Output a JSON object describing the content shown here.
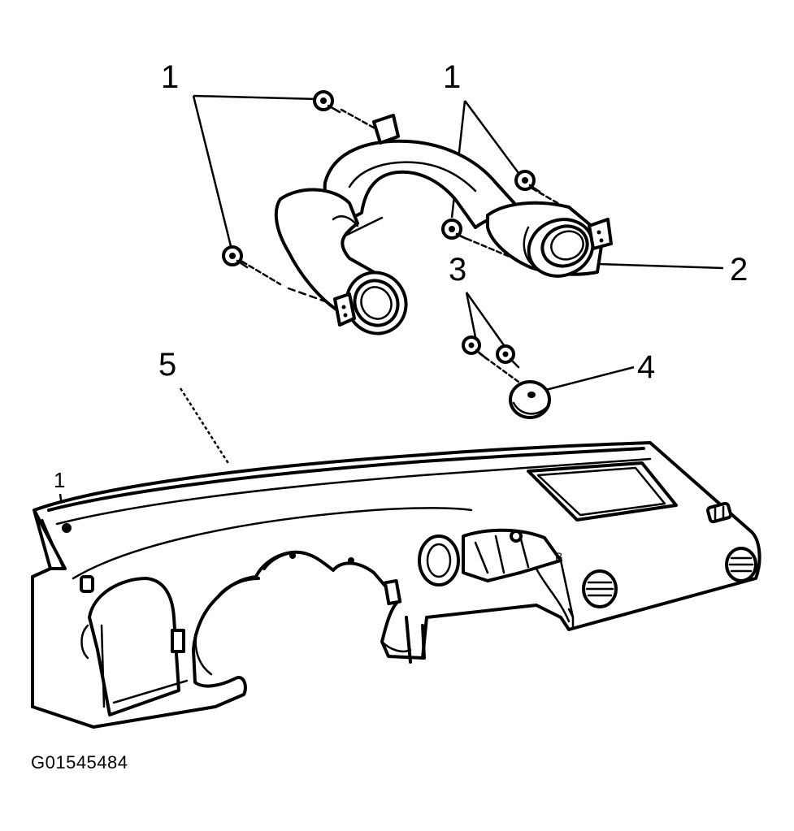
{
  "figure_id": "G01545484",
  "callouts": {
    "c1_left": "1",
    "c1_right": "1",
    "c2": "2",
    "c3": "3",
    "c4": "4",
    "c5": "5",
    "c1_dash": "1"
  },
  "colors": {
    "ink": "#000000",
    "paper": "#ffffff"
  }
}
